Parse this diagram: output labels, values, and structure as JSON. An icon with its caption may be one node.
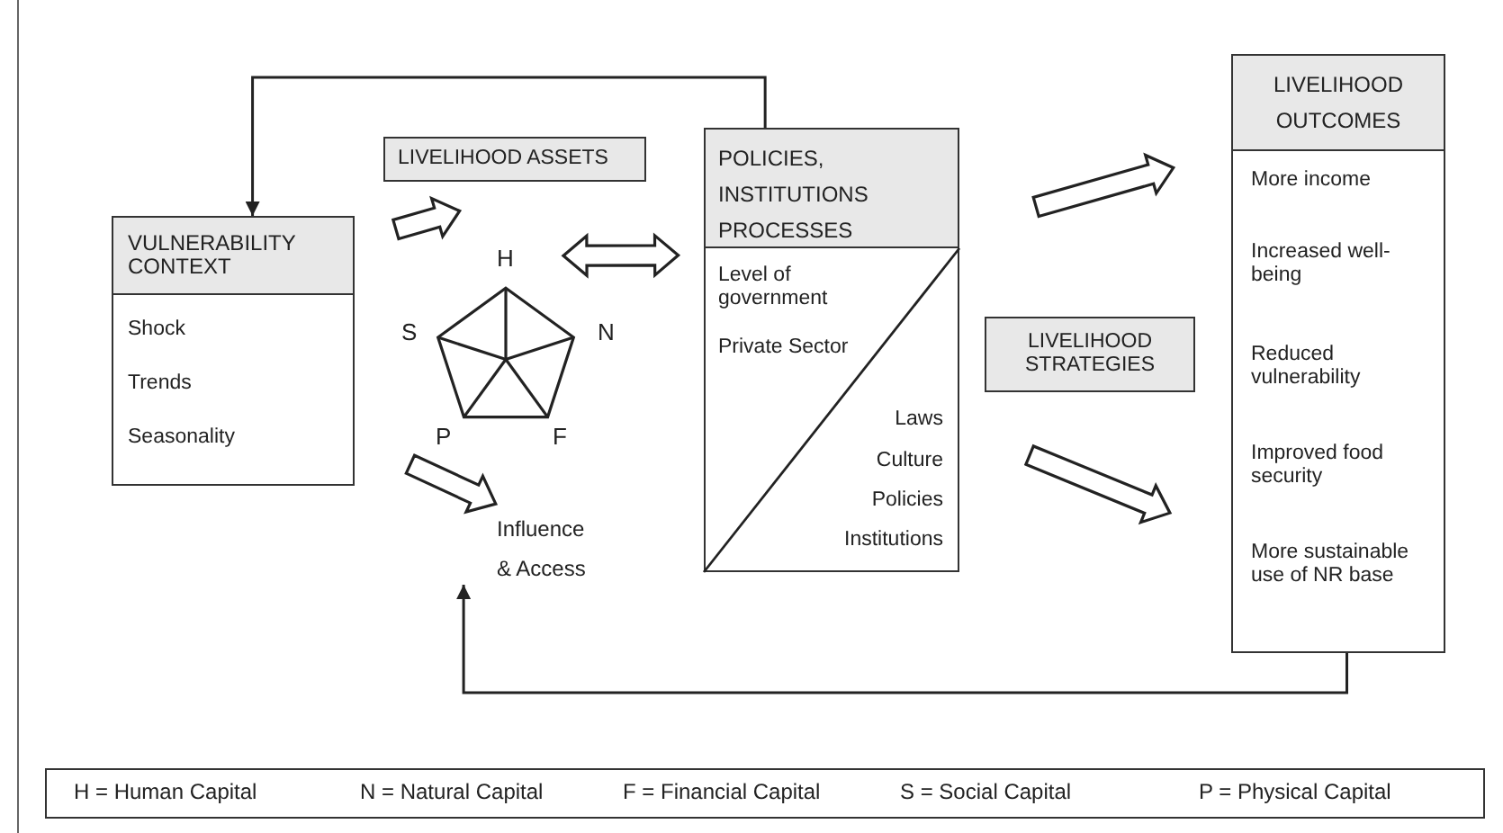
{
  "diagram": {
    "nodes": [
      {
        "text": [
          "VULNERABILITY CONTEXT",
          "Shock",
          "Trends",
          "Seasonality"
        ]
      },
      {
        "text": [
          "LIVELIHOOD ASSETS"
        ]
      },
      {
        "text": [],
        "shape": "pentagon"
      },
      {
        "text": [
          "Influence & Access"
        ]
      },
      {
        "text": [
          "POLICIES, INSTITUTIONS PROCESSES",
          "Level of government",
          "Private Sector",
          "Laws",
          "Culture",
          "Policies",
          "Institutions"
        ]
      },
      {
        "text": [
          "LIVELIHOOD STRATEGIES"
        ]
      },
      {
        "text": [
          "LIVELIHOOD OUTCOMES",
          "More income",
          "Increased well-being",
          "Reduced vulnerability",
          "Improved food security",
          "More sustainable use of NR base"
        ]
      }
    ],
    "edges": [
      {
        "from": 4,
        "to": 0,
        "arrow": "to"
      },
      {
        "from": 6,
        "to": 3,
        "arrow": "to"
      },
      {
        "from": 0,
        "to": 1,
        "arrow": "to",
        "style": "thick"
      },
      {
        "from": 2,
        "to": 4,
        "arrow": "both",
        "style": "thick"
      },
      {
        "from": 2,
        "to": 3,
        "arrow": "to",
        "style": "thick"
      },
      {
        "from": 4,
        "to": 6,
        "arrow": "to",
        "style": "thick"
      },
      {
        "from": 4,
        "to": 6,
        "arrow": "to",
        "style": "thick"
      }
    ],
    "labels": [
      "H",
      "S",
      "N",
      "P",
      "F",
      "H = Human Capital",
      "N = Natural Capital",
      "F = Financial Capital",
      "S = Social Capital",
      "P = Physical Capital"
    ]
  }
}
